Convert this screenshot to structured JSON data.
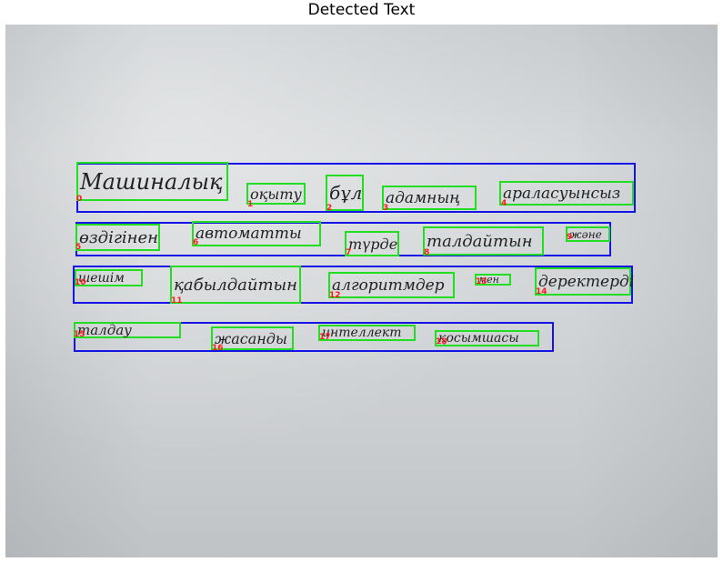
{
  "title": "Detected Text",
  "colors": {
    "line_box": "#1414e6",
    "word_box": "#22dd22",
    "index_label": "#ff1a1a"
  },
  "words": [
    {
      "index": "0",
      "text": "Машиналық"
    },
    {
      "index": "1",
      "text": "оқыту"
    },
    {
      "index": "2",
      "text": "бұл"
    },
    {
      "index": "3",
      "text": "адамның"
    },
    {
      "index": "4",
      "text": "араласуынсыз"
    },
    {
      "index": "5",
      "text": "өздігінен"
    },
    {
      "index": "6",
      "text": "автоматты"
    },
    {
      "index": "7",
      "text": "түрде"
    },
    {
      "index": "8",
      "text": "талдайтын"
    },
    {
      "index": "9",
      "text": "және"
    },
    {
      "index": "10",
      "text": "шешім"
    },
    {
      "index": "11",
      "text": "қабылдайтын"
    },
    {
      "index": "12",
      "text": "алгоритмдер"
    },
    {
      "index": "13",
      "text": "мен"
    },
    {
      "index": "14",
      "text": "деректерді"
    },
    {
      "index": "15",
      "text": "талдау"
    },
    {
      "index": "16",
      "text": "жасанды"
    },
    {
      "index": "17",
      "text": "интеллект"
    },
    {
      "index": "18",
      "text": "қосымшасы"
    }
  ]
}
